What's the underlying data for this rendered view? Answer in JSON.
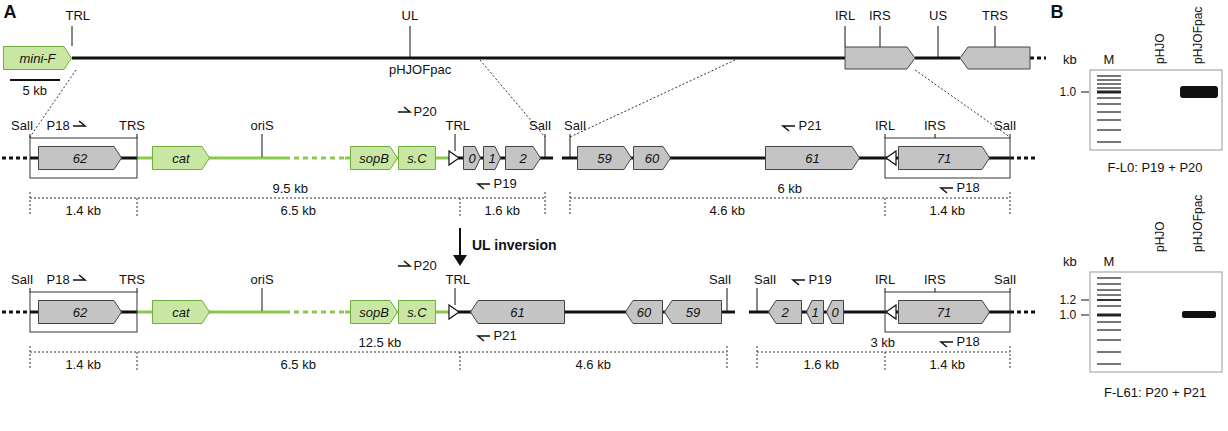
{
  "diagram": {
    "nodes": [
      {
        "text": [
          "mini-F"
        ]
      },
      {
        "text": [
          "62"
        ]
      },
      {
        "text": [
          "cat"
        ]
      },
      {
        "text": [
          "sopB"
        ]
      },
      {
        "text": [
          "s.C"
        ]
      },
      {
        "text": [
          "0"
        ]
      },
      {
        "text": [
          "1"
        ]
      },
      {
        "text": [
          "2"
        ]
      },
      {
        "text": [
          "59"
        ]
      },
      {
        "text": [
          "60"
        ]
      },
      {
        "text": [
          "61"
        ]
      },
      {
        "text": [
          "71"
        ]
      },
      {
        "text": [
          "62"
        ]
      },
      {
        "text": [
          "cat"
        ]
      },
      {
        "text": [
          "sopB"
        ]
      },
      {
        "text": [
          "s.C"
        ]
      },
      {
        "text": [
          "61"
        ]
      },
      {
        "text": [
          "60"
        ]
      },
      {
        "text": [
          "59"
        ]
      },
      {
        "text": [
          "2"
        ]
      },
      {
        "text": [
          "1"
        ]
      },
      {
        "text": [
          "0"
        ]
      },
      {
        "text": [
          "71"
        ]
      }
    ],
    "labels": [
      "A",
      "TRL",
      "UL",
      "pHJOFpac",
      "IRL",
      "IRS",
      "US",
      "TRS",
      "5 kb",
      "SalI",
      "P18",
      "TRS",
      "oriS",
      "P20",
      "TRL",
      "P19",
      "SalI",
      "SalI",
      "P21",
      "IRL",
      "IRS",
      "SalI",
      "P18",
      "9.5 kb",
      "1.4 kb",
      "6.5 kb",
      "1.6 kb",
      "6 kb",
      "4.6 kb",
      "1.4 kb",
      "UL inversion",
      "SalI",
      "P18",
      "TRS",
      "oriS",
      "P20",
      "TRL",
      "P21",
      "SalI",
      "SalI",
      "P19",
      "IRL",
      "IRS",
      "SalI",
      "P18",
      "12.5 kb",
      "1.4 kb",
      "6.5 kb",
      "4.6 kb",
      "3 kb",
      "1.6 kb",
      "1.4 kb",
      "B",
      "kb",
      "M",
      "pHJO",
      "pHJOFpac",
      "1.0",
      "F-L0: P19 + P20",
      "kb",
      "M",
      "pHJO",
      "pHJOFpac",
      "1.2",
      "1.0",
      "F-L61: P20 + P21"
    ]
  }
}
